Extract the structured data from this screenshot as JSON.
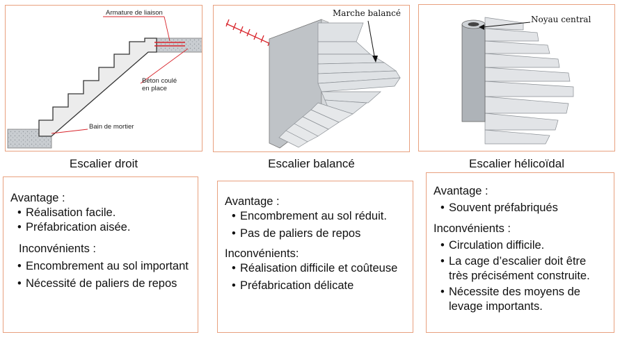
{
  "panels": [
    {
      "caption": "Escalier droit",
      "labels": {
        "armature": "Armature de liaison",
        "beton_1": "Béton coulé",
        "beton_2": "en place",
        "mortier": "Bain de mortier"
      },
      "advantages_title": "Avantage :",
      "advantages": [
        "Réalisation facile.",
        "Préfabrication aisée."
      ],
      "drawbacks_title": "Inconvénients :",
      "drawbacks": [
        "Encombrement au sol important",
        "Nécessité de paliers de repos"
      ]
    },
    {
      "caption": "Escalier balancé",
      "labels": {
        "marche": "Marche balancé"
      },
      "advantages_title": "Avantage :",
      "advantages": [
        "Encombrement au sol réduit.",
        "Pas de paliers de repos"
      ],
      "drawbacks_title": "Inconvénients:",
      "drawbacks": [
        "Réalisation difficile et coûteuse",
        "Préfabrication délicate"
      ]
    },
    {
      "caption": "Escalier hélicoïdal",
      "labels": {
        "noyau": "Noyau central"
      },
      "advantages_title": "Avantage :",
      "advantages": [
        "Souvent préfabriqués"
      ],
      "drawbacks_title": "Inconvénients :",
      "drawbacks": [
        "Circulation difficile.",
        "La cage d’escalier doit être très précisément construite.",
        "Nécessite des moyens de levage importants."
      ]
    }
  ],
  "colors": {
    "border": "#e8a07e",
    "arrow": "#d8232a",
    "concrete": "#c9cdd1"
  }
}
